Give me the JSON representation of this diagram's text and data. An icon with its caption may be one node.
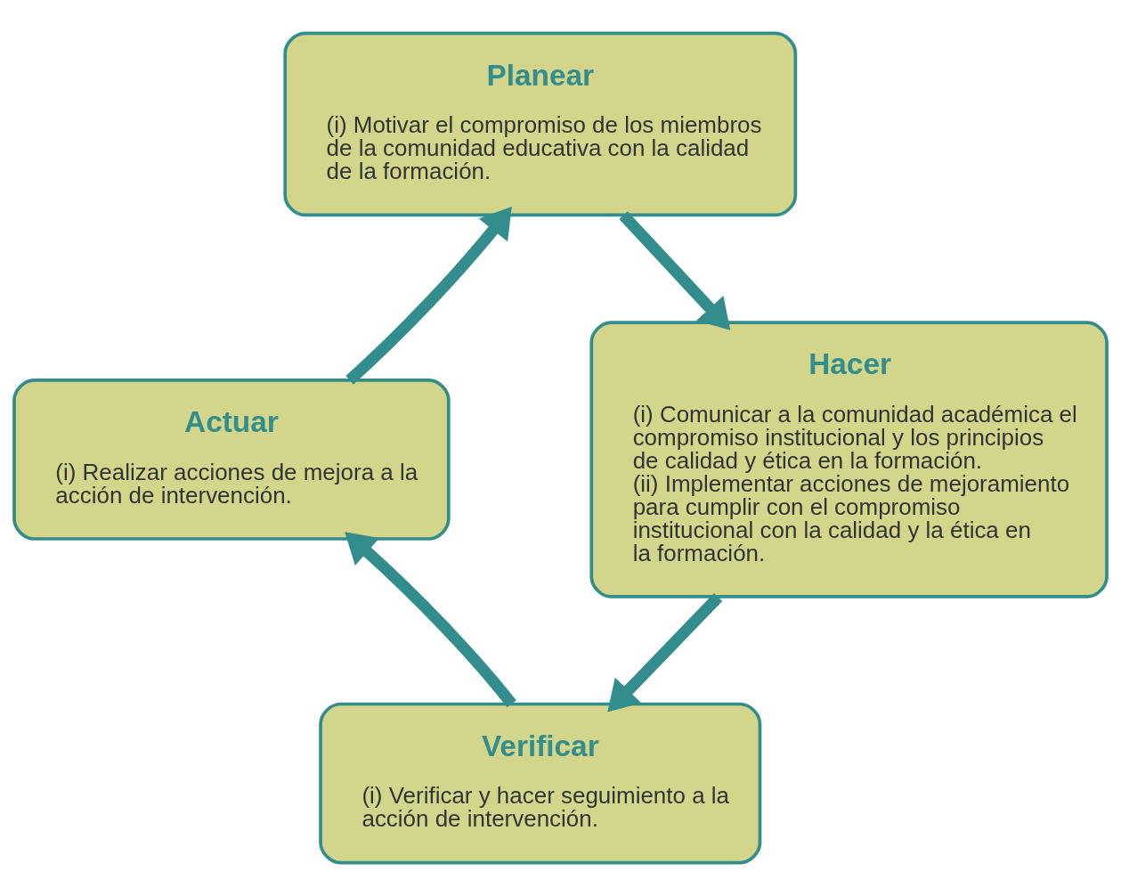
{
  "diagram": {
    "nodes": [
      {
        "text": [
          "Planear",
          "(i) Motivar el compromiso de los miembros de la comunidad educativa con la calidad de la formación."
        ]
      },
      {
        "text": [
          "Actuar",
          "(i) Realizar acciones de mejora a la acción de intervención."
        ]
      },
      {
        "text": [
          "Hacer",
          "(i) Comunicar a la comunidad académica el compromiso institucional y los principios de calidad y ética en la formación.",
          "(ii) Implementar acciones de mejoramiento para cumplir con el compromiso institucional con la calidad y la ética en la formación."
        ]
      },
      {
        "text": [
          "Verificar",
          "(i) Verificar y hacer seguimiento a la acción de intervención."
        ]
      }
    ],
    "edges": [
      {
        "from": 0,
        "to": 2,
        "arrow": "to"
      },
      {
        "from": 2,
        "to": 3,
        "arrow": "to"
      },
      {
        "from": 3,
        "to": 1,
        "arrow": "to"
      },
      {
        "from": 1,
        "to": 0,
        "arrow": "to"
      }
    ]
  }
}
